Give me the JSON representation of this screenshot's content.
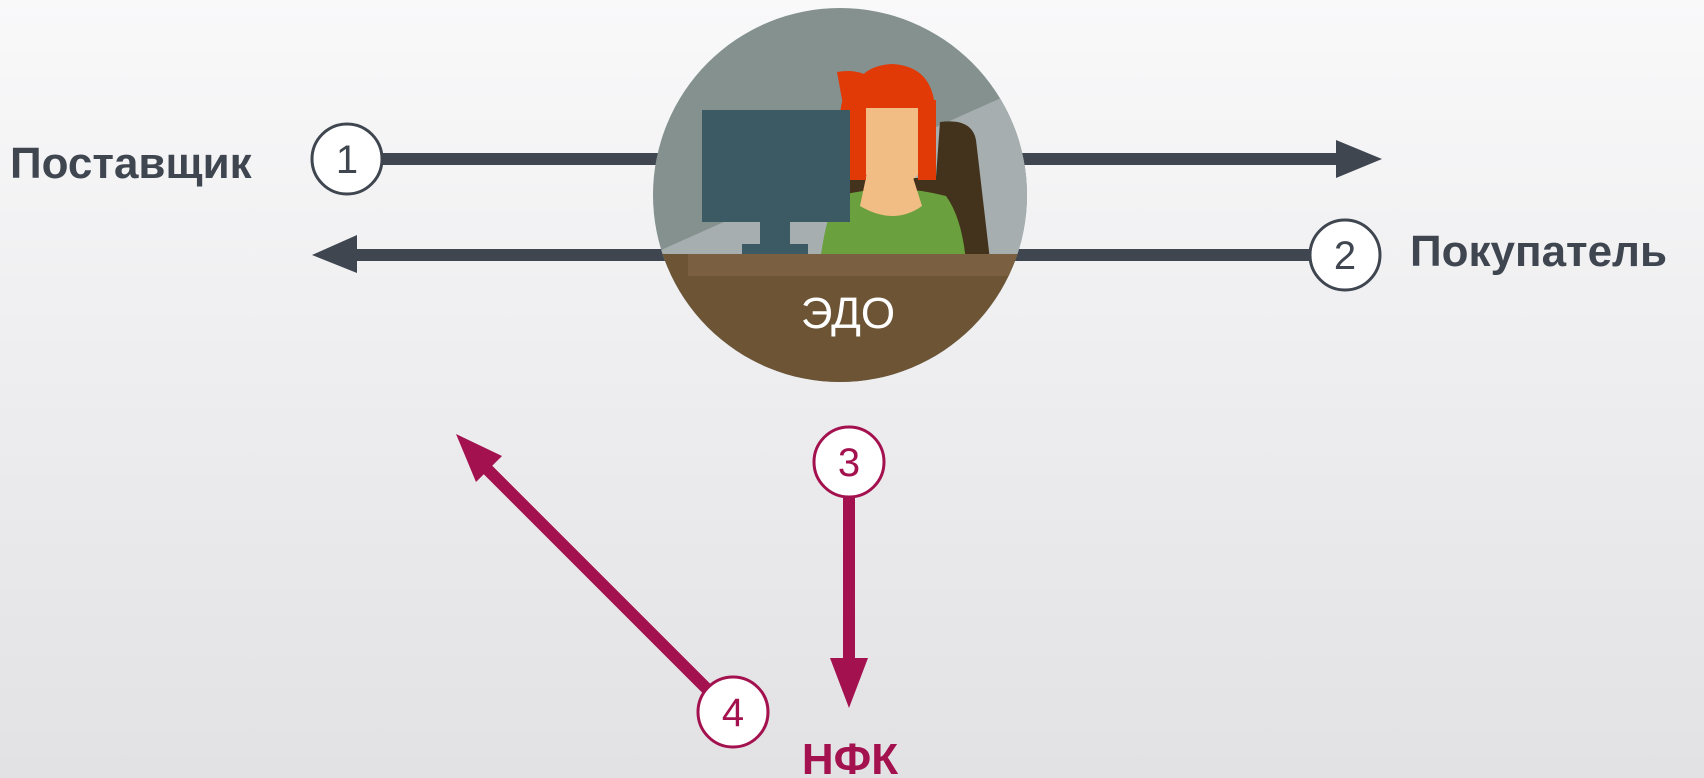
{
  "parties": {
    "supplier": "Поставщик",
    "buyer": "Покупатель",
    "nfk": "НФК"
  },
  "center": {
    "label": "ЭДО"
  },
  "steps": [
    "1",
    "2",
    "3",
    "4"
  ],
  "colors": {
    "dark": "#3f4650",
    "accent": "#a3124f",
    "circle_fill": "#ffffff"
  }
}
